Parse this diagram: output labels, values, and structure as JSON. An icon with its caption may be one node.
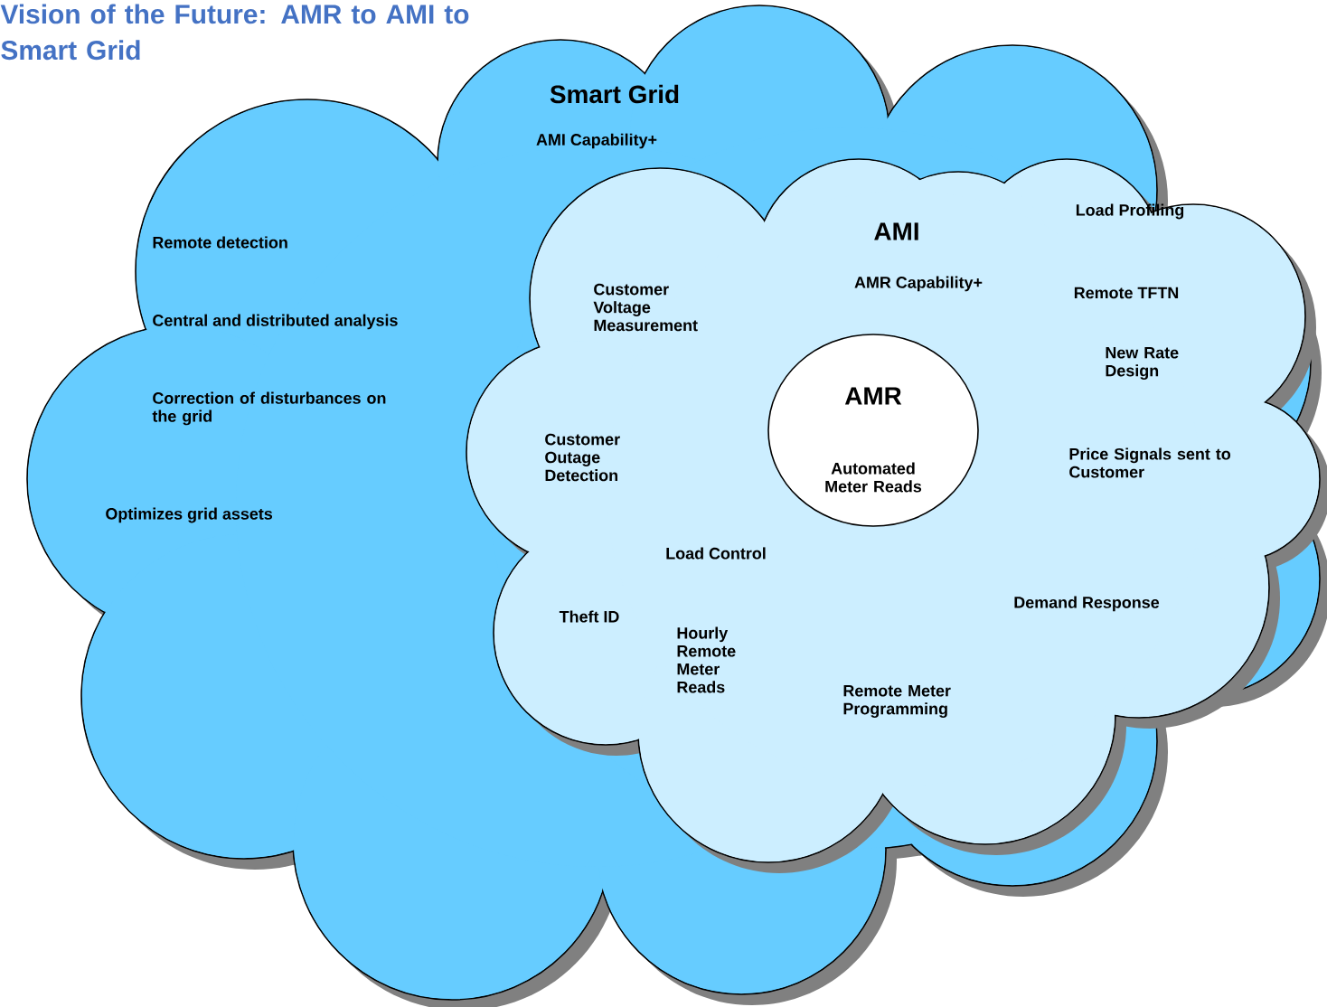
{
  "diagram": {
    "title": "Vision of the Future: AMR to AMI to Smart Grid",
    "nodes": [
      {
        "text": [
          "Smart Grid",
          "AMI Capability+",
          "Remote detection",
          "Central and distributed analysis",
          "Correction of disturbances on the grid",
          "Optimizes grid assets"
        ]
      },
      {
        "text": [
          "AMI",
          "AMR Capability+",
          "Load Profiling",
          "Remote TFTN",
          "New Rate Design",
          "Price Signals sent to Customer",
          "Demand Response",
          "Remote Meter Programming",
          "Hourly Remote Meter Reads",
          "Theft ID",
          "Load Control",
          "Customer Outage Detection",
          "Customer Voltage Measurement"
        ],
        "in": 0
      },
      {
        "text": [
          "AMR",
          "Automated Meter Reads"
        ],
        "in": 1
      }
    ]
  }
}
